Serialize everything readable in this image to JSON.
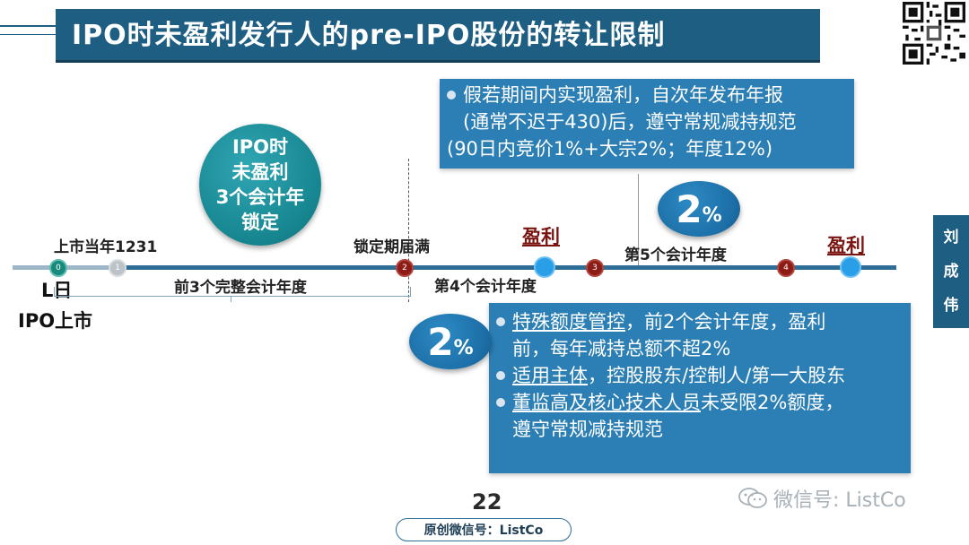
{
  "title": "IPO时未盈利发行人的pre-IPO股份的转让限制",
  "lock_circle": [
    "IPO时",
    "未盈利",
    "3个会计年",
    "锁定"
  ],
  "top_box": {
    "lines": [
      "假若期间内实现盈利，自次年发布年报",
      "(通常不迟于430)后，遵守常规减持规范",
      "(90日内竞价1%+大宗2%；年度12%)"
    ]
  },
  "oval_top": {
    "big": "2",
    "small": "%"
  },
  "oval_bottom": {
    "big": "2",
    "small": "%"
  },
  "bottom_box": {
    "b1_u": "特殊额度管控",
    "b1_rest": "，前2个会计年度，盈利",
    "b1_line2": "前，每年减持总额不超2%",
    "b2_u": "适用主体",
    "b2_rest": "，控股股东/控制人/第一大股东",
    "b3_u": "董监高及核心技术人员",
    "b3_rest": "未受限2%额度，",
    "b3_line2": "遵守常规减持规范"
  },
  "timeline": {
    "nodes": [
      "0",
      "1",
      "2",
      "3",
      "4"
    ],
    "label_year_end": "上市当年1231",
    "label_lock_end": "锁定期届满",
    "label_profit1": "盈利",
    "label_profit2": "盈利",
    "label_year5": "第5个会计年度",
    "label_year4": "第4个会计年度",
    "label_first3": "前3个完整会计年度",
    "label_ldate": "L日",
    "label_ipo": "IPO上市"
  },
  "side_name": [
    "刘",
    "成",
    "伟"
  ],
  "page_number": "22",
  "footer": "原创微信号：ListCo",
  "watermark": "微信号: ListCo",
  "colors": {
    "title_bg": "#1e5e82",
    "box_bg": "#2b7fb5",
    "teal": "#16858f",
    "red": "#8e1c16"
  }
}
